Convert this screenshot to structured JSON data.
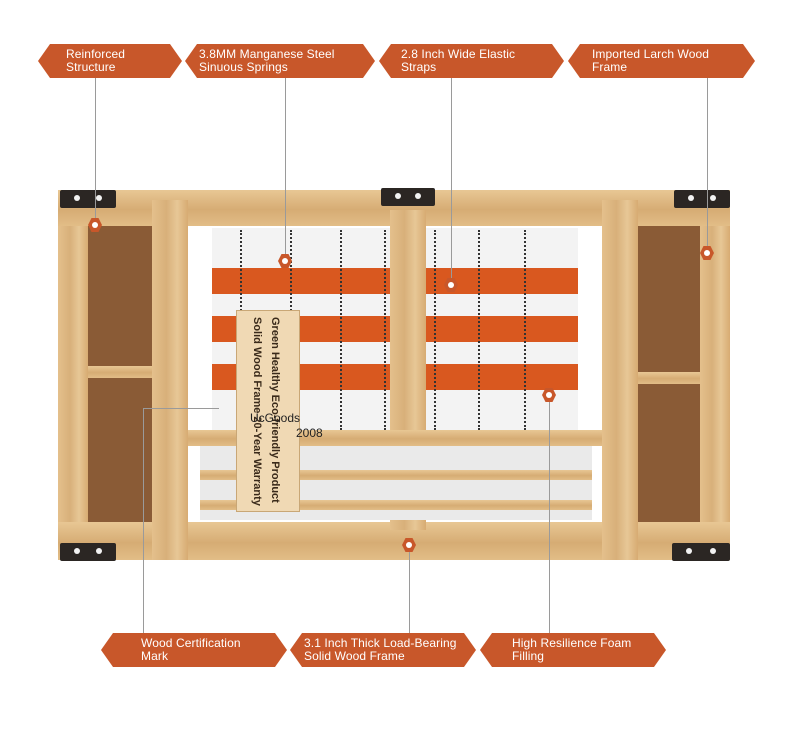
{
  "callouts": {
    "reinforced_structure": "Reinforced Structure",
    "manganese_springs_l1": "3.8MM Manganese Steel",
    "manganese_springs_l2": "Sinuous Springs",
    "elastic_straps_l1": "2.8 Inch Wide Elastic",
    "elastic_straps_l2": "Straps",
    "larch_frame_l1": "Imported Larch Wood",
    "larch_frame_l2": "Frame",
    "certification_l1": "Wood Certification",
    "certification_l2": "Mark",
    "load_bearing_l1": "3.1 Inch Thick Load-Bearing",
    "load_bearing_l2": "Solid Wood Frame",
    "foam_l1": "High Resilience Foam",
    "foam_l2": "Filling"
  },
  "product_label": {
    "line1": "Green Healthy Eco-friendly Product",
    "line2": "Solid Wood Frame 20-Year Warranty",
    "brand": "UcGoods",
    "year": "2008"
  },
  "colors": {
    "accent": "#c8572a",
    "strap": "#d9581f",
    "wood": "#dcb47c",
    "bracket": "#2b2623"
  }
}
